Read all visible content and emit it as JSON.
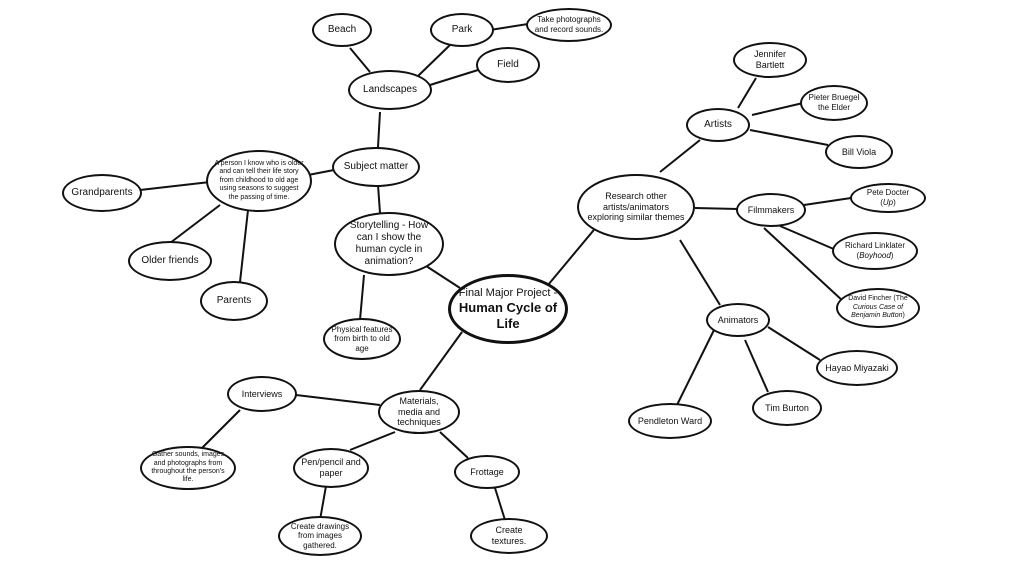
{
  "nodes": {
    "center": {
      "line1": "Final Major Project -",
      "line2": "Human Cycle of Life"
    },
    "subject_matter": "Subject matter",
    "landscapes": "Landscapes",
    "beach": "Beach",
    "park": "Park",
    "field": "Field",
    "photos_sounds": "Take photographs and record sounds.",
    "person_older": "A person I know who is older and can tell their life story from childhood to old age using seasons to suggest the passing of time.",
    "grandparents": "Grandparents",
    "older_friends": "Older friends",
    "parents": "Parents",
    "storytelling": "Storytelling - How can I show the human cycle in animation?",
    "physical_features": "Physical features from birth to old age",
    "materials": "Materials, media and techniques",
    "interviews": "Interviews",
    "gather_sounds": "Gather sounds, images and photographs from throughout the person's life.",
    "pen_pencil": "Pen/pencil and paper",
    "create_drawings": "Create drawings from images gathered.",
    "frottage": "Frottage",
    "create_textures": "Create textures.",
    "research": "Research other artists/animators exploring similar themes",
    "artists": "Artists",
    "jennifer": "Jennifer Bartlett",
    "bruegel": "Pieter Bruegel the Elder",
    "viola": "Bill Viola",
    "filmmakers": "Filmmakers",
    "docter": {
      "name": "Pete Docter (",
      "film": "Up",
      "end": ")"
    },
    "linklater": {
      "name": "Richard Linklater (",
      "film": "Boyhood",
      "end": ")"
    },
    "fincher": {
      "name": "David Fincher (The ",
      "film": "Curious Case of Benjamin Button",
      "end": ")"
    },
    "animators": "Animators",
    "miyazaki": "Hayao Miyazaki",
    "burton": "Tim Burton",
    "ward": "Pendleton Ward"
  }
}
